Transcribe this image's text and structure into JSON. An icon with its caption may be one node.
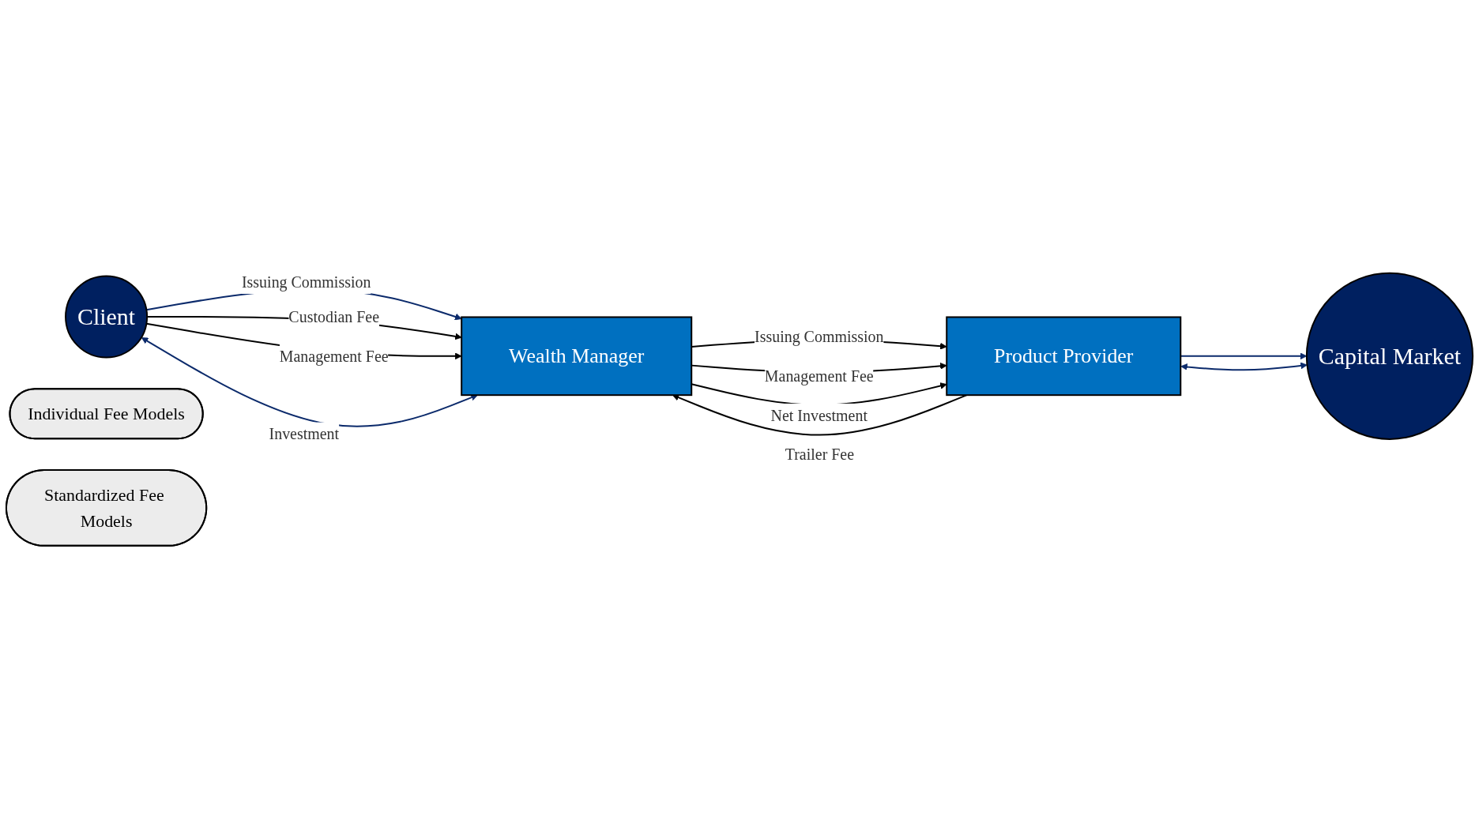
{
  "diagram": {
    "nodes": [
      {
        "text": [
          "Client"
        ]
      },
      {
        "text": [
          "Wealth Manager"
        ]
      },
      {
        "text": [
          "Product Provider"
        ]
      },
      {
        "text": [
          "Capital Market"
        ]
      },
      {
        "text": [
          "Individual Fee Models"
        ]
      },
      {
        "text": [
          "Standardized Fee Models"
        ]
      }
    ],
    "edges": [
      {
        "from": 0,
        "to": 1,
        "label": "Issuing Commission",
        "arrow": "to",
        "color": "#0b2a6b"
      },
      {
        "from": 1,
        "to": 2,
        "label": "Issuing Commission",
        "arrow": "to"
      },
      {
        "from": 2,
        "to": 3,
        "arrow": "to",
        "color": "#0b2a6b"
      },
      {
        "from": 0,
        "to": 1,
        "label": "Custodian Fee",
        "arrow": "to"
      },
      {
        "from": 2,
        "to": 1,
        "label": "Trailer Fee",
        "arrow": "to"
      },
      {
        "from": 0,
        "to": 1,
        "label": "Management Fee",
        "arrow": "to"
      },
      {
        "from": 1,
        "to": 2,
        "label": "Management Fee",
        "arrow": "to"
      },
      {
        "from": 0,
        "to": 1,
        "label": "Investment",
        "arrow": "both",
        "color": "#0b2a6b"
      },
      {
        "from": 1,
        "to": 2,
        "label": "Net Investment",
        "arrow": "to"
      },
      {
        "from": 2,
        "to": 3,
        "arrow": "both",
        "color": "#0b2a6b"
      }
    ]
  }
}
